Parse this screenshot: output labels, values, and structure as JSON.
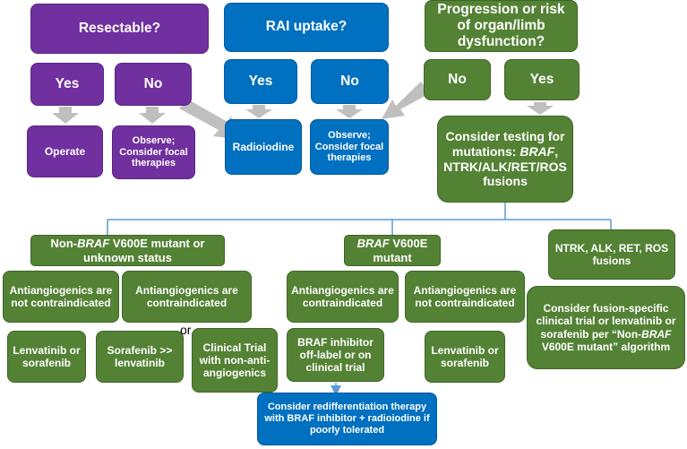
{
  "colors": {
    "purple": "#7030a0",
    "blue": "#0070c0",
    "green": "#548235",
    "arrow_gray": "#bfbfbf",
    "connector_blue": "#5b9bd5"
  },
  "purple_branch": {
    "question": "Resectable?",
    "yes": "Yes",
    "no": "No",
    "operate": "Operate",
    "observe": "Observe; Consider focal therapies"
  },
  "blue_branch": {
    "question": "RAI uptake?",
    "yes": "Yes",
    "no": "No",
    "radioiodine": "Radioiodine",
    "observe": "Observe; Consider focal therapies"
  },
  "green_branch": {
    "question": "Progression or risk of organ/limb dysfunction?",
    "no": "No",
    "yes": "Yes",
    "testing": {
      "prefix": "Consider testing for mutations: ",
      "gene": "BRAF",
      "suffix": ", NTRK/ALK/RET/ROS fusions"
    }
  },
  "non_braf": {
    "header_prefix": "Non-",
    "header_gene": "BRAF",
    "header_suffix": " V600E mutant or unknown status",
    "not_contra": "Antiangiogenics are not contraindicated",
    "contra": "Antiangiogenics are contraindicated",
    "lenvatinib_or_sorafenib": "Lenvatinib or sorafenib",
    "sorafenib_over_lenvatinib": "Sorafenib >> lenvatinib",
    "or": "or",
    "clinical_trial": "Clinical Trial with non-anti-angiogenics"
  },
  "braf": {
    "header_gene": "BRAF",
    "header_suffix": " V600E mutant",
    "contra": "Antiangiogenics are contraindicated",
    "not_contra": "Antiangiogenics are not contraindicated",
    "braf_inhibitor": "BRAF inhibitor off-label or on clinical trial",
    "lenvatinib_or_sorafenib": "Lenvatinib or sorafenib",
    "redifferentiation": "Consider redifferentiation therapy with BRAF inhibitor + radioiodine if poorly tolerated"
  },
  "fusions": {
    "header": "NTRK, ALK, RET, ROS fusions",
    "text_prefix": "Consider fusion-specific clinical trial or lenvatinib or sorafenib per “Non-",
    "text_gene": "BRAF",
    "text_suffix": " V600E mutant” algorithm"
  }
}
